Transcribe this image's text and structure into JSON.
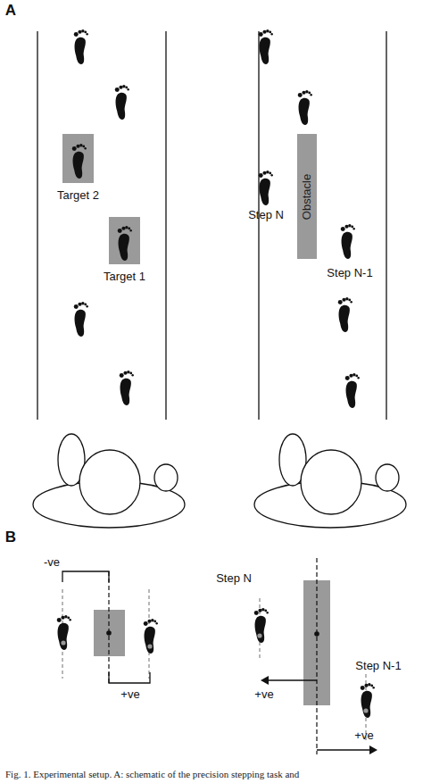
{
  "diagram": {
    "caption": "Fig. 1. Experimental setup. A: schematic of the precision stepping task and",
    "nodes": [
      {
        "text": [
          "Target 2"
        ]
      },
      {
        "text": [
          "Target 1"
        ]
      },
      {
        "text": [
          "Obstacle"
        ]
      }
    ],
    "labels": [
      "A",
      "Step N",
      "Step N-1",
      "B",
      "-ve",
      "+ve",
      "Step N",
      "Step N-1",
      "+ve",
      "+ve"
    ]
  }
}
